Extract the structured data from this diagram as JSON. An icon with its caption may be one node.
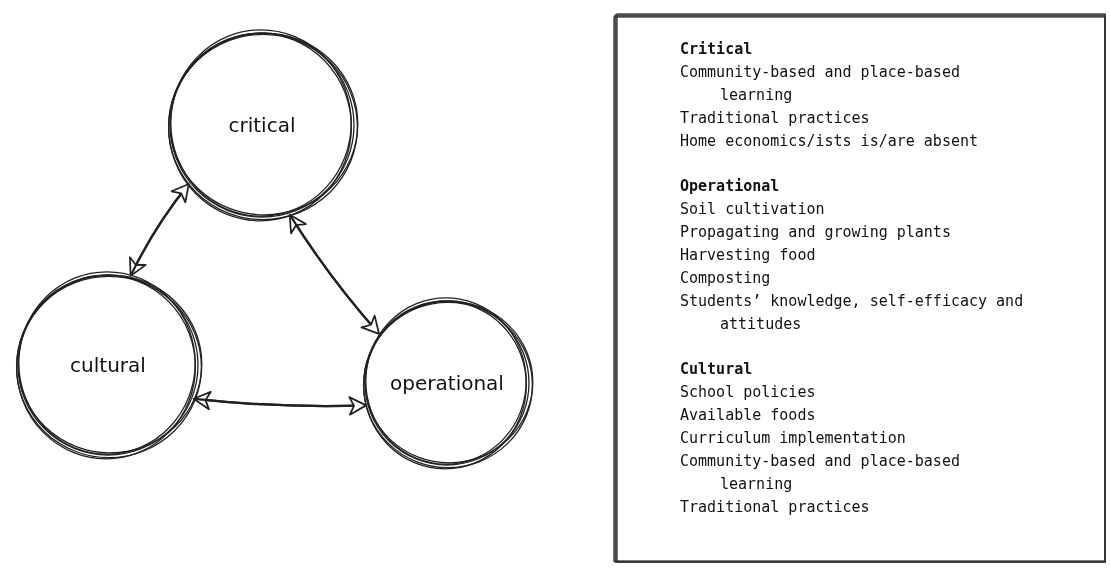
{
  "diagram": {
    "nodes": [
      {
        "text": [
          "critical"
        ]
      },
      {
        "text": [
          "cultural"
        ]
      },
      {
        "text": [
          "operational"
        ]
      },
      {
        "text": [],
        "shape": "box"
      },
      {
        "text": [
          "Critical",
          "Community-based and place-based learning",
          "Traditional practices",
          "Home economics/ists is/are absent"
        ],
        "in": 3
      },
      {
        "text": [
          "Operational",
          "Soil cultivation",
          "Propagating and growing plants",
          "Harvesting food",
          "Composting",
          "Students’ knowledge, self-efficacy and attitudes"
        ],
        "in": 3
      },
      {
        "text": [
          "Cultural",
          "School policies",
          "Available foods",
          "Curriculum implementation",
          "Community-based and place-based learning",
          "Traditional practices"
        ],
        "in": 3
      }
    ],
    "edges": [
      {
        "from": 0,
        "to": 1,
        "arrow": "to"
      },
      {
        "from": 1,
        "to": 0,
        "arrow": "to"
      },
      {
        "from": 2,
        "to": 0,
        "arrow": "to"
      },
      {
        "from": 0,
        "to": 2,
        "arrow": "to"
      },
      {
        "from": 2,
        "to": 1,
        "arrow": "to"
      },
      {
        "from": 1,
        "to": 2,
        "arrow": "to"
      }
    ]
  }
}
